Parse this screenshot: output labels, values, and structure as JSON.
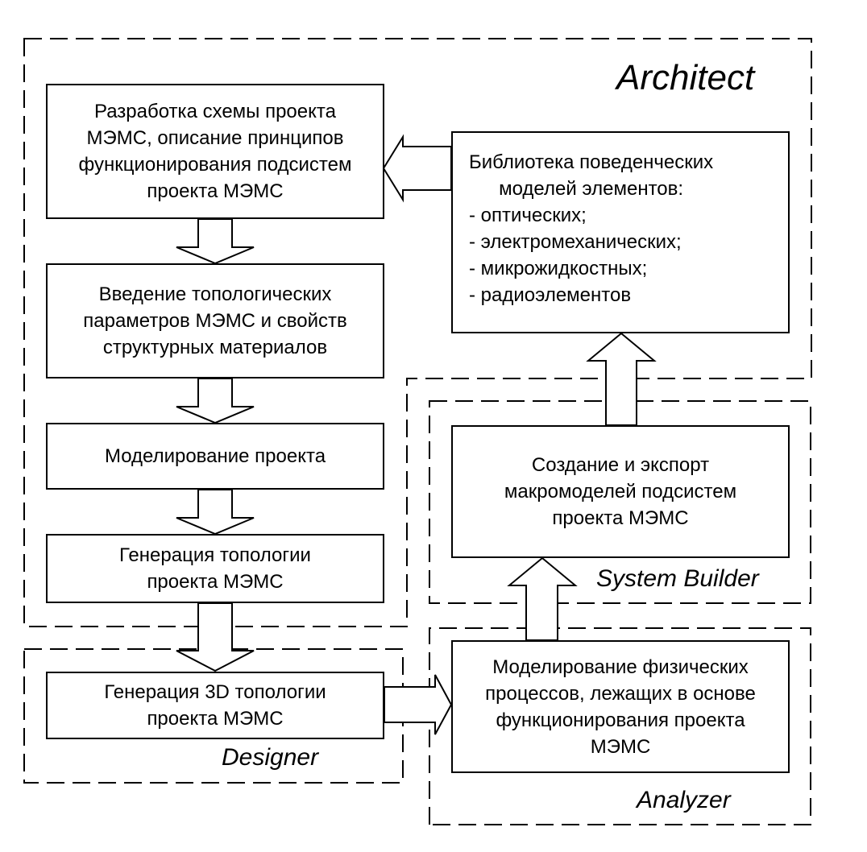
{
  "regions": {
    "architect": "Architect",
    "system_builder": "System Builder",
    "designer": "Designer",
    "analyzer": "Analyzer"
  },
  "boxes": {
    "design_scheme": "Разработка схемы проекта\nМЭМС, описание принципов\nфункционирования подсистем\nпроекта МЭМС",
    "topology_params": "Введение топологических\nпараметров МЭМС и свойств\nструктурных материалов",
    "modeling": "Моделирование проекта",
    "topology_gen": "Генерация топологии\nпроекта МЭМС",
    "topology_3d": "Генерация 3D топологии\nпроекта МЭМС",
    "macromodels": "Создание и экспорт\nмакромоделей подсистем\nпроекта МЭМС",
    "physics": "Моделирование физических\nпроцессов, лежащих в основе\nфункционирования проекта\nМЭМС"
  },
  "library": {
    "title": "Библиотека поведенческих\nмоделей элементов:",
    "items": [
      "- оптических;",
      "- электромеханических;",
      "- микрожидкостных;",
      "- радиоэлементов"
    ]
  }
}
